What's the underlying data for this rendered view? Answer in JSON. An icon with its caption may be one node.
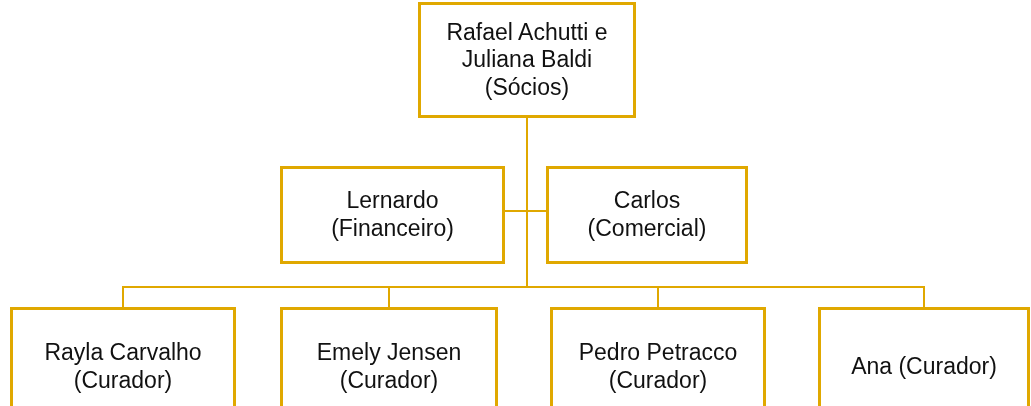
{
  "diagram": {
    "nodes": [
      {
        "text": [
          "Rafael Achutti e Juliana Baldi (Sócios)"
        ]
      },
      {
        "text": [
          "Lernardo (Financeiro)"
        ]
      },
      {
        "text": [
          "Carlos (Comercial)"
        ]
      },
      {
        "text": [
          "Rayla Carvalho (Curador)"
        ]
      },
      {
        "text": [
          "Emely Jensen (Curador)"
        ]
      },
      {
        "text": [
          "Pedro Petracco (Curador)"
        ]
      },
      {
        "text": [
          "Ana (Curador)"
        ]
      }
    ],
    "edges": [
      {
        "from": 0,
        "to": 1,
        "arrow": "none"
      },
      {
        "from": 0,
        "to": 2,
        "arrow": "none"
      },
      {
        "from": 0,
        "to": 3,
        "arrow": "none"
      },
      {
        "from": 0,
        "to": 4,
        "arrow": "none"
      },
      {
        "from": 0,
        "to": 5,
        "arrow": "none"
      },
      {
        "from": 0,
        "to": 6,
        "arrow": "none"
      }
    ]
  }
}
